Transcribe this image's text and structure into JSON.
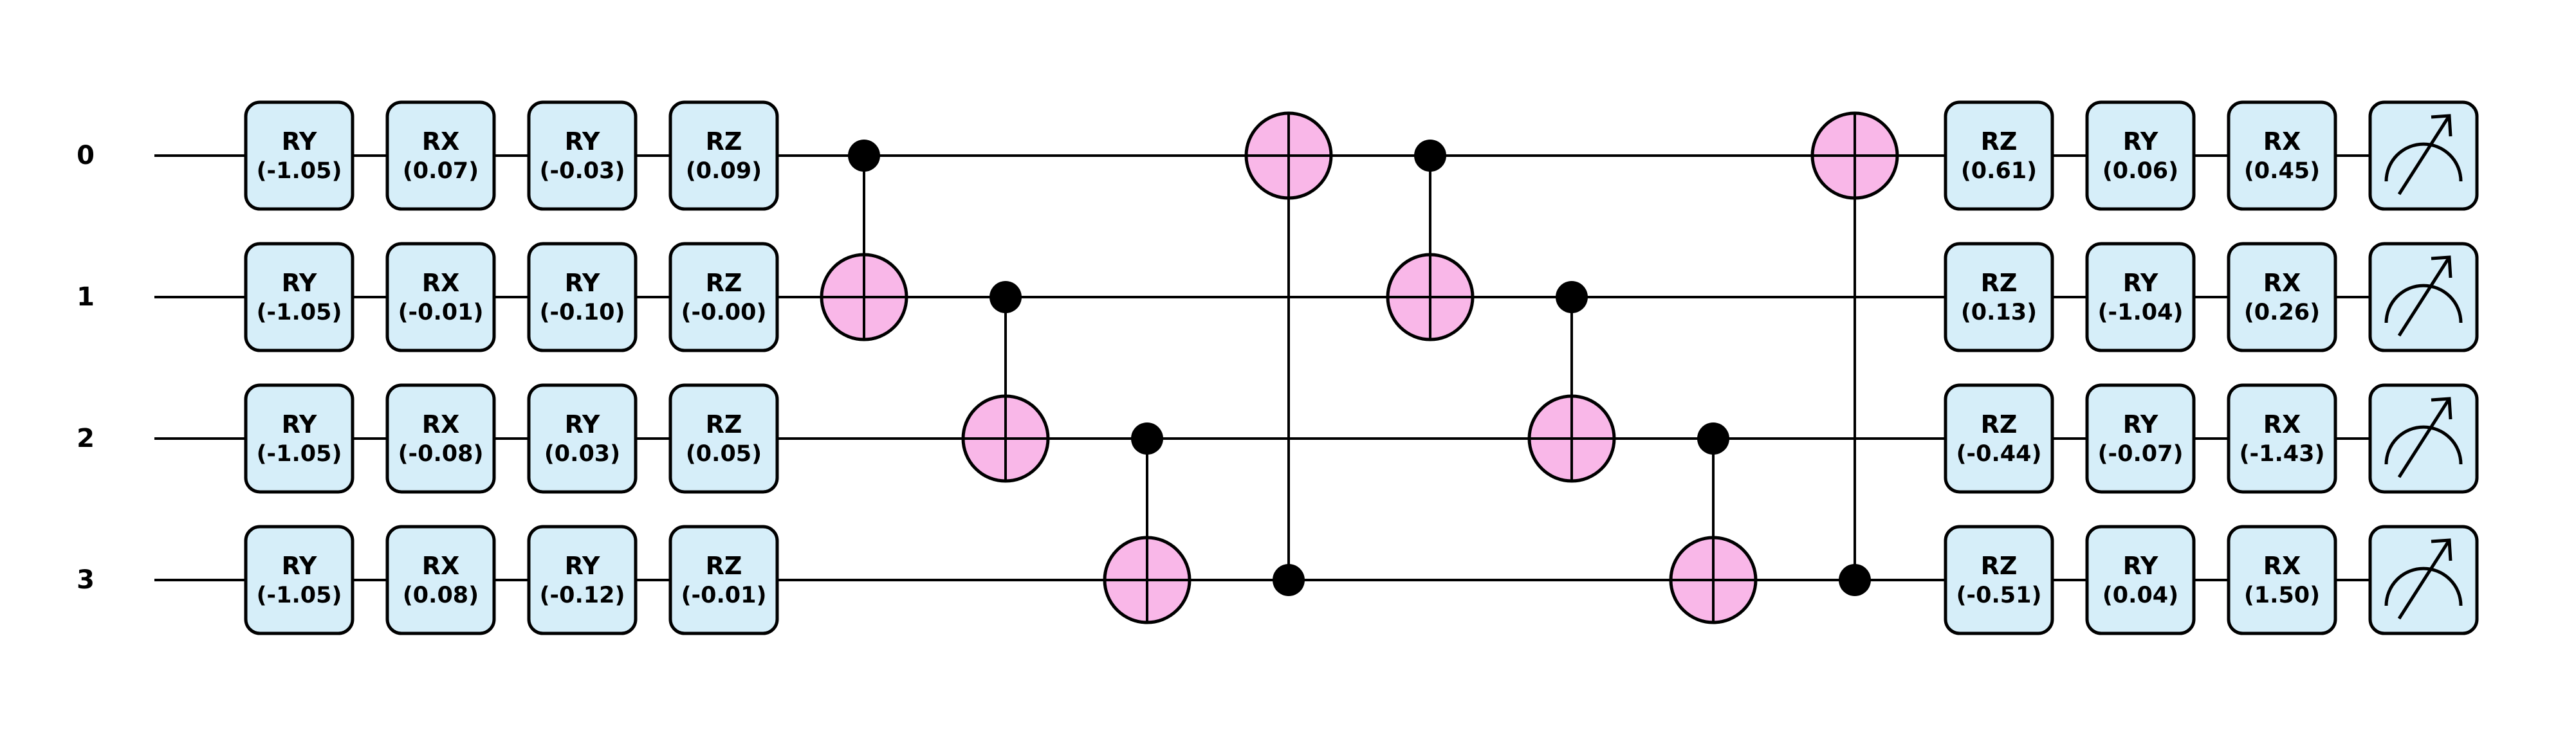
{
  "wires": [
    "0",
    "1",
    "2",
    "3"
  ],
  "colors": {
    "rotation_fill": "#d6eef9",
    "target_fill": "#f9b7e8",
    "measure_fill": "#d6eef9",
    "stroke": "#000000"
  },
  "pre_rotations": [
    [
      [
        "RY",
        "(-1.05)"
      ],
      [
        "RX",
        "(0.07)"
      ],
      [
        "RY",
        "(-0.03)"
      ],
      [
        "RZ",
        "(0.09)"
      ]
    ],
    [
      [
        "RY",
        "(-1.05)"
      ],
      [
        "RX",
        "(-0.01)"
      ],
      [
        "RY",
        "(-0.10)"
      ],
      [
        "RZ",
        "(-0.00)"
      ]
    ],
    [
      [
        "RY",
        "(-1.05)"
      ],
      [
        "RX",
        "(-0.08)"
      ],
      [
        "RY",
        "(0.03)"
      ],
      [
        "RZ",
        "(0.05)"
      ]
    ],
    [
      [
        "RY",
        "(-1.05)"
      ],
      [
        "RX",
        "(0.08)"
      ],
      [
        "RY",
        "(-0.12)"
      ],
      [
        "RZ",
        "(-0.01)"
      ]
    ]
  ],
  "entanglers": [
    {
      "control": 0,
      "target": 1
    },
    {
      "control": 1,
      "target": 2
    },
    {
      "control": 2,
      "target": 3
    },
    {
      "control": 3,
      "target": 0
    },
    {
      "control": 0,
      "target": 1
    },
    {
      "control": 1,
      "target": 2
    },
    {
      "control": 2,
      "target": 3
    },
    {
      "control": 3,
      "target": 0
    }
  ],
  "post_rotations": [
    [
      [
        "RZ",
        "(0.61)"
      ],
      [
        "RY",
        "(0.06)"
      ],
      [
        "RX",
        "(0.45)"
      ]
    ],
    [
      [
        "RZ",
        "(0.13)"
      ],
      [
        "RY",
        "(-1.04)"
      ],
      [
        "RX",
        "(0.26)"
      ]
    ],
    [
      [
        "RZ",
        "(-0.44)"
      ],
      [
        "RY",
        "(-0.07)"
      ],
      [
        "RX",
        "(-1.43)"
      ]
    ],
    [
      [
        "RZ",
        "(-0.51)"
      ],
      [
        "RY",
        "(0.04)"
      ],
      [
        "RX",
        "(1.50)"
      ]
    ]
  ],
  "measurement": "meter-icon"
}
